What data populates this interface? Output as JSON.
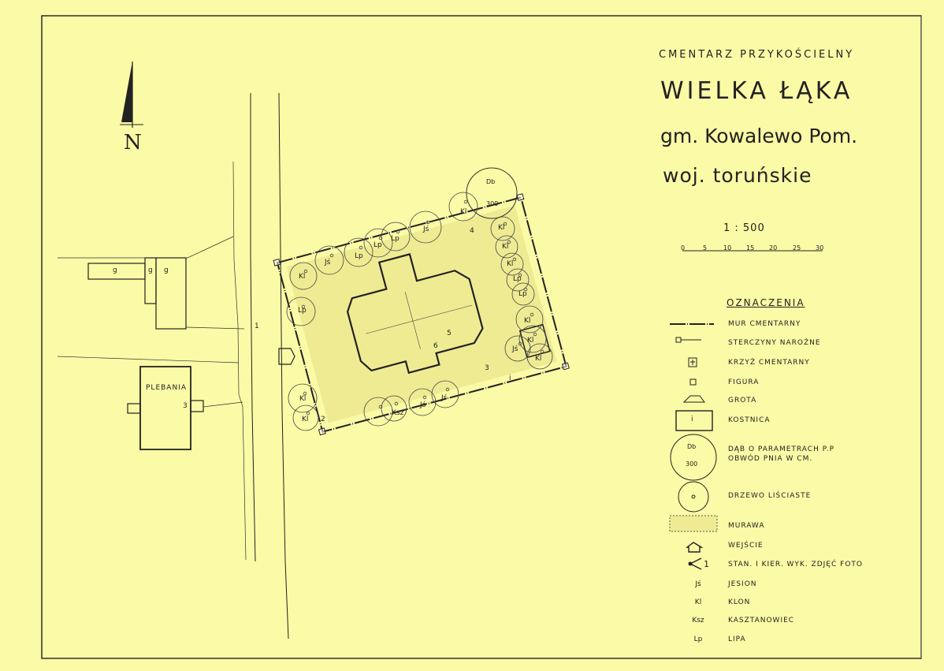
{
  "header": {
    "subtitle": "CMENTARZ PRZYKOŚCIELNY",
    "title": "WIELKA ŁĄKA",
    "commune": "gm. Kowalewo Pom.",
    "voivodeship": "woj. toruńskie"
  },
  "scale": {
    "text": "1 : 500",
    "ticks": [
      "0",
      "5",
      "10",
      "15",
      "20",
      "25",
      "30"
    ]
  },
  "compass": {
    "label": "N"
  },
  "map_labels": {
    "building_g1": "g",
    "building_g2": "g",
    "building_g3": "g",
    "rectory": "PLEBANIA",
    "rectory_num": "3",
    "big_oak_db": "Db",
    "big_oak_circ": "300",
    "trees": [
      "Kl",
      "Jś",
      "Lp",
      "Lp",
      "Lp",
      "Jś",
      "Kl",
      "Kl",
      "Kl",
      "Kl",
      "Lp",
      "Lp",
      "Kl",
      "Kl",
      "Kl",
      "Jś",
      "Lp",
      "Kl",
      "Kl",
      "Ksz",
      "Jś",
      "Jś"
    ],
    "photo_points": [
      "1",
      "2",
      "3",
      "4",
      "5",
      "6"
    ],
    "ossuary": "i"
  },
  "legend": {
    "title": "OZNACZENIA",
    "items": [
      {
        "label": "MUR CMENTARNY"
      },
      {
        "label": "STERCZYNY NAROŻNE"
      },
      {
        "label": "KRZYŻ CMENTARNY"
      },
      {
        "label": "FIGURA"
      },
      {
        "label": "GROTA"
      },
      {
        "label": "KOSTNICA",
        "symbol_text": "i"
      },
      {
        "label": "DĄB O PARAMETRACH P.P",
        "label2": "OBWÓD PNIA W CM.",
        "symbol_text": "Db",
        "symbol_text2": "300"
      },
      {
        "label": "DRZEWO LIŚCIASTE"
      },
      {
        "label": "MURAWA"
      },
      {
        "label": "WEJŚCIE"
      },
      {
        "label": "STAN. I KIER. WYK. ZDJĘĆ FOTO",
        "symbol_text": "1"
      },
      {
        "label": "JESION",
        "abbr": "Jś"
      },
      {
        "label": "KLON",
        "abbr": "Kl"
      },
      {
        "label": "KASZTANOWIEC",
        "abbr": "Ksz"
      },
      {
        "label": "LIPA",
        "abbr": "Lp"
      }
    ]
  },
  "colors": {
    "paper": "#fbfaa6",
    "ink": "#222222"
  }
}
